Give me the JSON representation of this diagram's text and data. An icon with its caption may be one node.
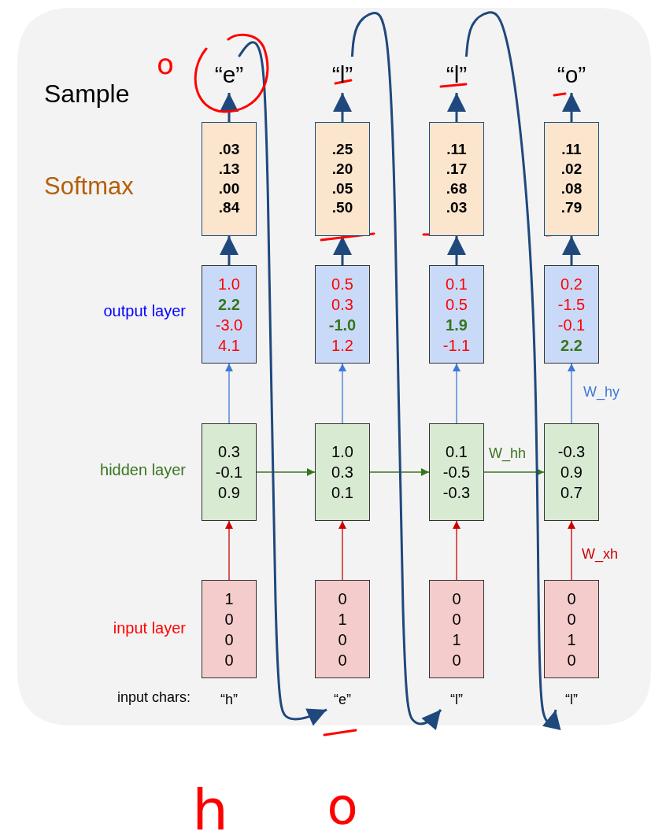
{
  "diagram": {
    "nodes": [
      {
        "text": [
          "“e”"
        ]
      },
      {
        "text": [
          "“l”"
        ]
      },
      {
        "text": [
          "“l”"
        ]
      },
      {
        "text": [
          "“o”"
        ]
      },
      {
        "text": [
          ".03 .13 .00 .84"
        ]
      },
      {
        "text": [
          ".25 .20 .05 .50"
        ]
      },
      {
        "text": [
          ".11 .17 .68 .03"
        ]
      },
      {
        "text": [
          ".11 .02 .08 .79"
        ]
      },
      {
        "text": [
          "1.0 **2.2** -3.0 4.1"
        ]
      },
      {
        "text": [
          "0.5 0.3 **-1.0** 1.2"
        ]
      },
      {
        "text": [
          "0.1 0.5 **1.9** -1.1"
        ]
      },
      {
        "text": [
          "0.2 -1.5 -0.1 **2.2**"
        ]
      },
      {
        "text": [
          "0.3 -0.1 0.9"
        ]
      },
      {
        "text": [
          "1.0 0.3 0.1"
        ]
      },
      {
        "text": [
          "0.1 -0.5 -0.3"
        ]
      },
      {
        "text": [
          "-0.3 0.9 0.7"
        ]
      },
      {
        "text": [
          "1 0 0 0"
        ]
      },
      {
        "text": [
          "0 1 0 0"
        ]
      },
      {
        "text": [
          "0 0 1 0"
        ]
      },
      {
        "text": [
          "0 0 1 0"
        ]
      },
      {
        "text": [
          "“h”"
        ]
      },
      {
        "text": [
          "“e”"
        ]
      },
      {
        "text": [
          "“l”"
        ]
      },
      {
        "text": [
          "“l”"
        ]
      }
    ],
    "edges": [
      {
        "from": 4,
        "to": 0,
        "arrow": "to",
        "style": "thick"
      },
      {
        "from": 5,
        "to": 1,
        "arrow": "to",
        "style": "thick"
      },
      {
        "from": 6,
        "to": 2,
        "arrow": "to",
        "style": "thick"
      },
      {
        "from": 7,
        "to": 3,
        "arrow": "to",
        "style": "thick"
      },
      {
        "from": 8,
        "to": 4,
        "arrow": "to",
        "style": "thick"
      },
      {
        "from": 9,
        "to": 5,
        "arrow": "to",
        "style": "thick"
      },
      {
        "from": 10,
        "to": 6,
        "arrow": "to",
        "style": "thick"
      },
      {
        "from": 11,
        "to": 7,
        "arrow": "to",
        "style": "thick"
      },
      {
        "from": 12,
        "to": 8,
        "arrow": "to",
        "color": "#3c78d8"
      },
      {
        "from": 13,
        "to": 9,
        "arrow": "to",
        "color": "#3c78d8"
      },
      {
        "from": 14,
        "to": 10,
        "arrow": "to",
        "color": "#3c78d8"
      },
      {
        "from": 15,
        "to": 11,
        "arrow": "to",
        "color": "#3c78d8",
        "label": "W_hy"
      },
      {
        "from": 16,
        "to": 12,
        "arrow": "to",
        "color": "#cc0000"
      },
      {
        "from": 17,
        "to": 13,
        "arrow": "to",
        "color": "#cc0000"
      },
      {
        "from": 18,
        "to": 14,
        "arrow": "to",
        "color": "#cc0000"
      },
      {
        "from": 19,
        "to": 15,
        "arrow": "to",
        "color": "#cc0000",
        "label": "W_xh"
      },
      {
        "from": 12,
        "to": 13,
        "arrow": "to",
        "color": "#38761d"
      },
      {
        "from": 13,
        "to": 14,
        "arrow": "to",
        "color": "#38761d"
      },
      {
        "from": 14,
        "to": 15,
        "arrow": "to",
        "color": "#38761d",
        "label": "W_hh"
      },
      {
        "from": 0,
        "to": 21,
        "arrow": "to",
        "style": "thick"
      },
      {
        "from": 1,
        "to": 22,
        "arrow": "to",
        "style": "thick"
      },
      {
        "from": 2,
        "to": 23,
        "arrow": "to",
        "style": "thick"
      }
    ],
    "labels": [
      "o",
      "Sample",
      "Softmax",
      "output layer",
      "hidden layer",
      "input layer",
      "input chars:",
      "h",
      "o"
    ]
  }
}
